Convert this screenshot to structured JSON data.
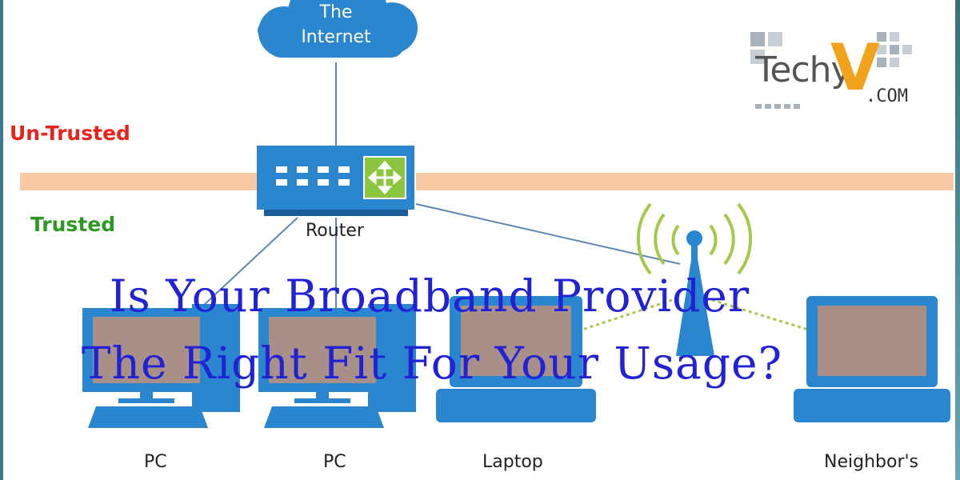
{
  "diagram": {
    "cloud_label_line1": "The",
    "cloud_label_line2": "Internet",
    "zone_untrusted": "Un-Trusted",
    "zone_trusted": "Trusted",
    "router_label": "Router",
    "devices": [
      "PC",
      "PC",
      "Laptop",
      "Neighbor's"
    ],
    "colors": {
      "device_blue": "#2a86cf",
      "screen": "#a89088",
      "untrusted_red": "#e8231b",
      "trusted_green": "#2c9a22",
      "band": "#f8c9a5",
      "wifi_green": "#a5c94a",
      "headline_blue": "#2121d6"
    }
  },
  "headline": {
    "line1": "Is Your Broadband Provider",
    "line2": "The Right Fit For Your Usage?"
  },
  "logo": {
    "main": "Techy",
    "v": "V",
    "domain": ".COM"
  }
}
